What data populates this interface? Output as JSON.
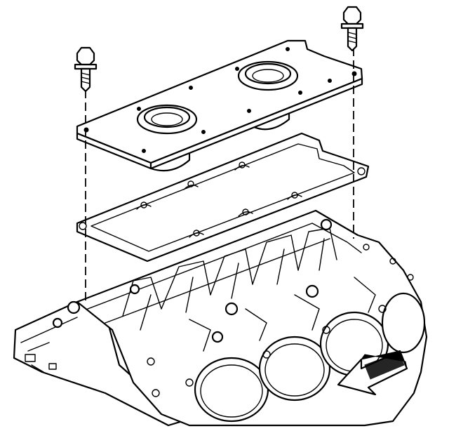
{
  "diagram": {
    "parts": [
      {
        "id": "bolt",
        "icon": "bolt-icon",
        "count": 2
      },
      {
        "id": "valley-cover",
        "icon": "cover-plate-icon"
      },
      {
        "id": "valley-cover-gasket",
        "icon": "gasket-icon"
      },
      {
        "id": "engine-block",
        "icon": "engine-block-icon"
      },
      {
        "id": "view-direction-arrow",
        "icon": "front-arrow-icon"
      }
    ],
    "colors": {
      "line": "#000000",
      "background": "#ffffff"
    }
  }
}
